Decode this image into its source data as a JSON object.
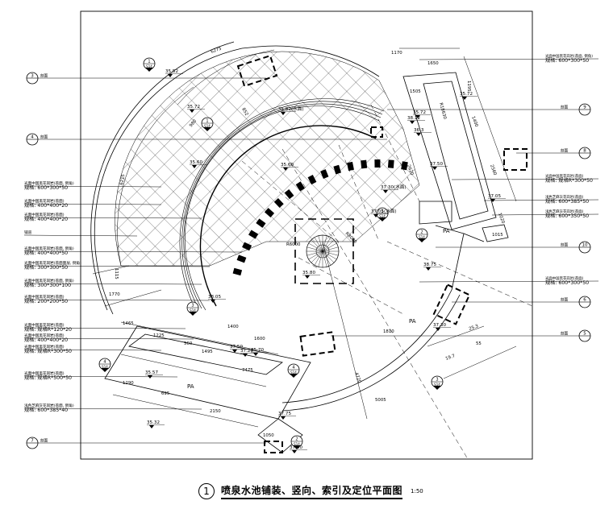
{
  "drawing": {
    "title_number": "1",
    "title": "喷泉水池铺装、竖向、索引及定位平面图",
    "scale": "1:50"
  },
  "elevations": [
    {
      "id": "e1",
      "text": "35.52"
    },
    {
      "id": "e2",
      "text": "35.72"
    },
    {
      "id": "e3",
      "text": "35.82(水面)"
    },
    {
      "id": "e4",
      "text": "35.60"
    },
    {
      "id": "e5",
      "text": "35.72"
    },
    {
      "id": "e6",
      "text": "35.72"
    },
    {
      "id": "e7",
      "text": "36.3"
    },
    {
      "id": "e8",
      "text": "37.50"
    },
    {
      "id": "e9",
      "text": "35.60"
    },
    {
      "id": "e10",
      "text": "37.30(水面)"
    },
    {
      "id": "e11",
      "text": "37.05(水面)"
    },
    {
      "id": "e12",
      "text": "37.05"
    },
    {
      "id": "e13",
      "text": "38.75"
    },
    {
      "id": "e14",
      "text": "35.80"
    },
    {
      "id": "e15",
      "text": "38.05"
    },
    {
      "id": "e16",
      "text": "37.20"
    },
    {
      "id": "e17",
      "text": "35.70"
    },
    {
      "id": "e18",
      "text": "37.50"
    },
    {
      "id": "e19",
      "text": "37.30"
    },
    {
      "id": "e20",
      "text": "35.57"
    },
    {
      "id": "e21",
      "text": "37.75"
    },
    {
      "id": "e22",
      "text": "35.32"
    },
    {
      "id": "e23",
      "text": "37.00"
    },
    {
      "id": "e24",
      "text": "38.12"
    }
  ],
  "dimensions": [
    {
      "id": "d1",
      "text": "6275"
    },
    {
      "id": "d2",
      "text": "6215"
    },
    {
      "id": "d3",
      "text": "980"
    },
    {
      "id": "d4",
      "text": "1170"
    },
    {
      "id": "d5",
      "text": "1650"
    },
    {
      "id": "d6",
      "text": "1195"
    },
    {
      "id": "d7",
      "text": "1400"
    },
    {
      "id": "d8",
      "text": "2560"
    },
    {
      "id": "d9",
      "text": "1020"
    },
    {
      "id": "d10",
      "text": "1015"
    },
    {
      "id": "d11",
      "text": "1465"
    },
    {
      "id": "d12",
      "text": "1225"
    },
    {
      "id": "d13",
      "text": "560"
    },
    {
      "id": "d14",
      "text": "1495"
    },
    {
      "id": "d15",
      "text": "1400"
    },
    {
      "id": "d16",
      "text": "1600"
    },
    {
      "id": "d17",
      "text": "7475"
    },
    {
      "id": "d18",
      "text": "1290"
    },
    {
      "id": "d19",
      "text": "695"
    },
    {
      "id": "d20",
      "text": "2150"
    },
    {
      "id": "d21",
      "text": "1050"
    },
    {
      "id": "d22",
      "text": "5005"
    },
    {
      "id": "d23",
      "text": "4720"
    },
    {
      "id": "d24",
      "text": "1810"
    },
    {
      "id": "d25",
      "text": "25.3"
    },
    {
      "id": "d26",
      "text": "19.7"
    },
    {
      "id": "d27",
      "text": "55"
    },
    {
      "id": "d28",
      "text": "1115"
    },
    {
      "id": "d29",
      "text": "1770"
    },
    {
      "id": "d30",
      "text": "R8000"
    },
    {
      "id": "d31",
      "text": "R6000"
    },
    {
      "id": "d32",
      "text": "R18630"
    },
    {
      "id": "d33",
      "text": "852"
    },
    {
      "id": "d34",
      "text": "1505"
    },
    {
      "id": "d35",
      "text": "2620"
    }
  ],
  "area_labels": [
    {
      "id": "pa1",
      "text": "PA"
    },
    {
      "id": "pa2",
      "text": "PA"
    },
    {
      "id": "pa3",
      "text": "PA"
    }
  ],
  "left_notes": [
    {
      "id": "ln1",
      "line1": "光面中国黑花岗岩(荔面, 倒角)",
      "line2": "规格: 600*300*50"
    },
    {
      "id": "ln2",
      "line1": "光面中国黑花岗岩(荔面)",
      "line2": "规格: 400*400*20"
    },
    {
      "id": "ln3",
      "line1": "光面中国黑花岗岩(荔面)",
      "line2": "规格: 400*400*20"
    },
    {
      "id": "ln4",
      "line1": "铺道",
      "line2": ""
    },
    {
      "id": "ln5",
      "line1": "光面中国黑花岗岩(荔面, 倒角)",
      "line2": "规格: 400*400*50"
    },
    {
      "id": "ln6",
      "line1": "光面中国黑花岗岩(荔面面层, 倒角)",
      "line2": "规格: 300*300*50"
    },
    {
      "id": "ln7",
      "line1": "光面中国黑花岗岩(荔面, 倒角)",
      "line2": "规格: 300*300*100"
    },
    {
      "id": "ln8",
      "line1": "光面中国黑花岗岩(荔面)",
      "line2": "规格: 200*200*50"
    },
    {
      "id": "ln9",
      "line1": "光面中国黑花岗岩(荔面)",
      "line2": "规格: 规格R*120*20"
    },
    {
      "id": "ln10",
      "line1": "光面中国黑花岗岩(荔面)",
      "line2": "规格: 400*400*20"
    },
    {
      "id": "ln11",
      "line1": "光面中国黑花岗岩(荔面)",
      "line2": "规格: 规格R*300*50"
    },
    {
      "id": "ln12",
      "line1": "光面中国黑花岗岩(荔面)",
      "line2": "规格: 规格R*500*50"
    },
    {
      "id": "ln13",
      "line1": "浅色芝麻灰花岗岩(荔面, 倒角)",
      "line2": "规格: 600*385*40"
    }
  ],
  "right_notes": [
    {
      "id": "rn1",
      "line1": "光面中国黑花岗岩(荔面, 倒角)",
      "line2": "规格: 600*300*50"
    },
    {
      "id": "rn2",
      "line1": "光面中国黑花岗岩(荔面)",
      "line2": "规格: 规格R*300*50"
    },
    {
      "id": "rn3",
      "line1": "浅色芝麻灰花岗岩(荔面)",
      "line2": "规格: 600*385*50"
    },
    {
      "id": "rn4",
      "line1": "浅色芝麻灰花岗岩(荔面)",
      "line2": "规格: 600*350*50"
    },
    {
      "id": "rn5",
      "line1": "光面中国黑花岗岩(荔面)",
      "line2": "规格: 600*300*50"
    }
  ],
  "section_callouts": [
    {
      "id": "s3",
      "num": "3",
      "ref": "剖面"
    },
    {
      "id": "s4",
      "num": "4",
      "ref": "剖面"
    },
    {
      "id": "s7",
      "num": "7",
      "ref": "剖面"
    },
    {
      "id": "s8",
      "num": "8",
      "ref": "剖面"
    },
    {
      "id": "s9",
      "num": "9",
      "ref": "剖面"
    },
    {
      "id": "s10",
      "num": "10",
      "ref": "剖面"
    },
    {
      "id": "s6",
      "num": "6",
      "ref": "剖面"
    },
    {
      "id": "s5",
      "num": "5",
      "ref": "剖面"
    }
  ],
  "index_tags": [
    {
      "id": "it1",
      "num": "1",
      "sheet": "S14"
    },
    {
      "id": "it2",
      "num": "1",
      "sheet": "S14"
    },
    {
      "id": "it3",
      "num": "2",
      "sheet": "S14"
    },
    {
      "id": "it4",
      "num": "3",
      "sheet": "S14"
    },
    {
      "id": "it5",
      "num": "1",
      "sheet": "S14"
    },
    {
      "id": "it6",
      "num": "4",
      "sheet": "S14"
    },
    {
      "id": "it7",
      "num": "4",
      "sheet": "S14"
    },
    {
      "id": "it8",
      "num": "3",
      "sheet": "S14"
    },
    {
      "id": "it9",
      "num": "2",
      "sheet": "S14"
    }
  ],
  "colors": {
    "line": "#000000",
    "paper": "#ffffff"
  }
}
